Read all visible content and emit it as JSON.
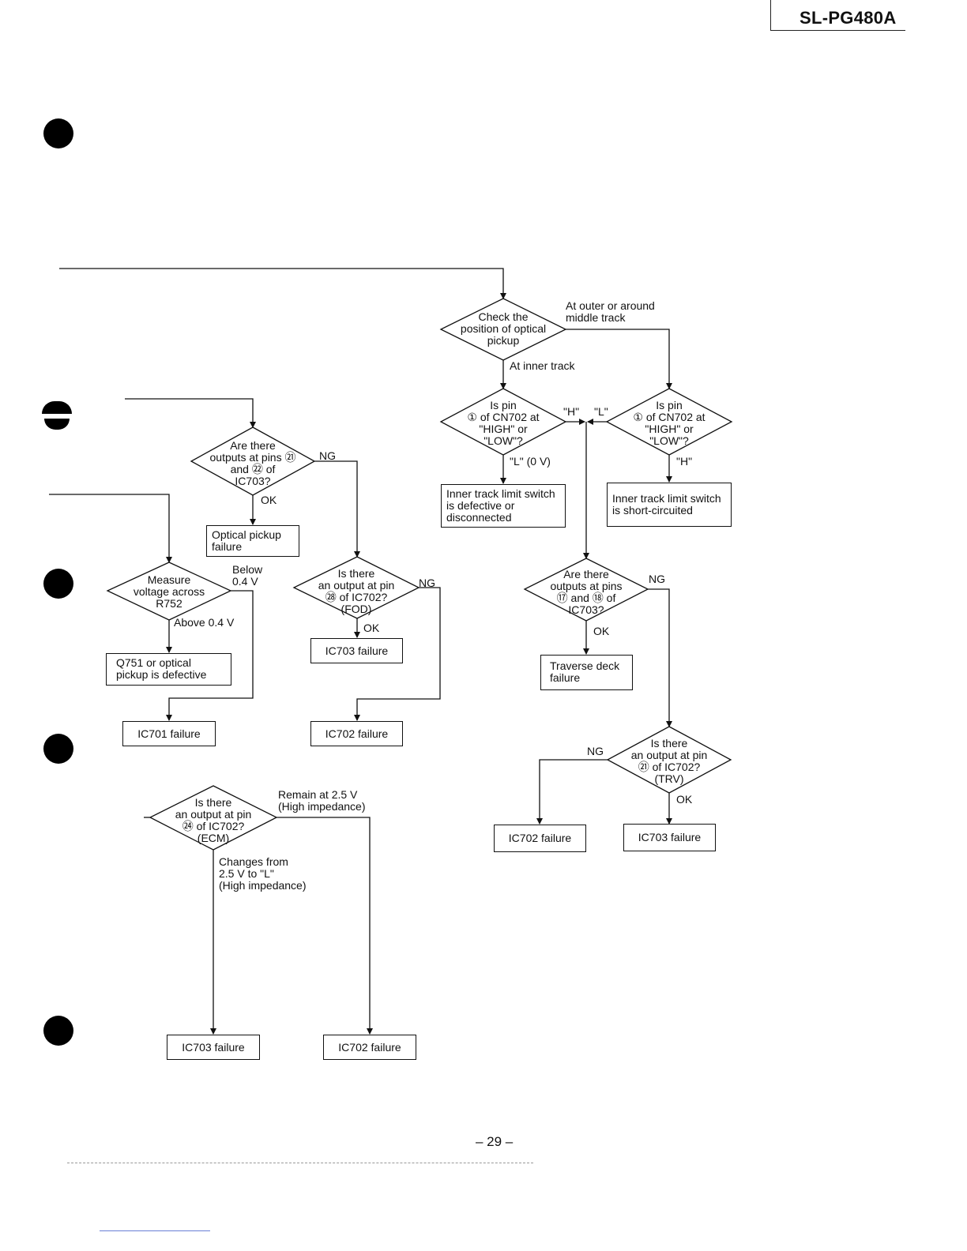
{
  "header": {
    "model": "SL-PG480A"
  },
  "page_number": "– 29 –",
  "right_flow": {
    "check_position": "Check the\nposition of optical\npickup",
    "outer_label": "At outer or around\nmiddle track",
    "inner_label": "At inner track",
    "pin_check_left": "Is pin\n① of CN702 at\n\"HIGH\" or\n\"LOW\"?",
    "pin_check_right": "Is pin\n① of CN702 at\n\"HIGH\" or\n\"LOW\"?",
    "h_label": "\"H\"",
    "l_label": "\"L\"",
    "l0v_label": "\"L\" (0 V)",
    "h_label_right": "\"H\"",
    "inner_defective": "Inner track limit switch\nis defective or\ndisconnected",
    "inner_short": "Inner track limit switch\nis short-circuited",
    "outputs_17_18": "Are there\noutputs at pins\n⑰ and ⑱ of\nIC703?",
    "ng_a": "NG",
    "ok_a": "OK",
    "traverse_fail": "Traverse deck\nfailure",
    "trv_check": "Is there\nan output at pin\n㉑ of IC702?\n(TRV)",
    "ng_b": "NG",
    "ok_b": "OK",
    "ic702_fail": "IC702 failure",
    "ic703_fail": "IC703 failure"
  },
  "mid_flow": {
    "outputs_21_22": "Are there\noutputs at pins ㉑\nand ㉒ of\nIC703?",
    "ng": "NG",
    "ok": "OK",
    "optical_fail": "Optical pickup\nfailure",
    "fod_check": "Is there\nan output at pin\n㉘ of IC702?\n(FOD)",
    "ng2": "NG",
    "ok2": "OK",
    "ic703_fail": "IC703 failure",
    "ic702_fail": "IC702 failure"
  },
  "left_flow": {
    "measure": "Measure\nvoltage across\nR752",
    "below": "Below\n0.4 V",
    "above": "Above 0.4 V",
    "q751_fail": "Q751 or optical\npickup is defective",
    "ic701_fail": "IC701 failure"
  },
  "bottom_flow": {
    "ecm_check": "Is there\nan output at pin\n㉔ of IC702?\n(ECM)",
    "remain": "Remain at 2.5 V\n(High impedance)",
    "changes": "Changes from\n2.5 V to \"L\"\n(High impedance)",
    "ic703_fail": "IC703 failure",
    "ic702_fail": "IC702 failure"
  }
}
